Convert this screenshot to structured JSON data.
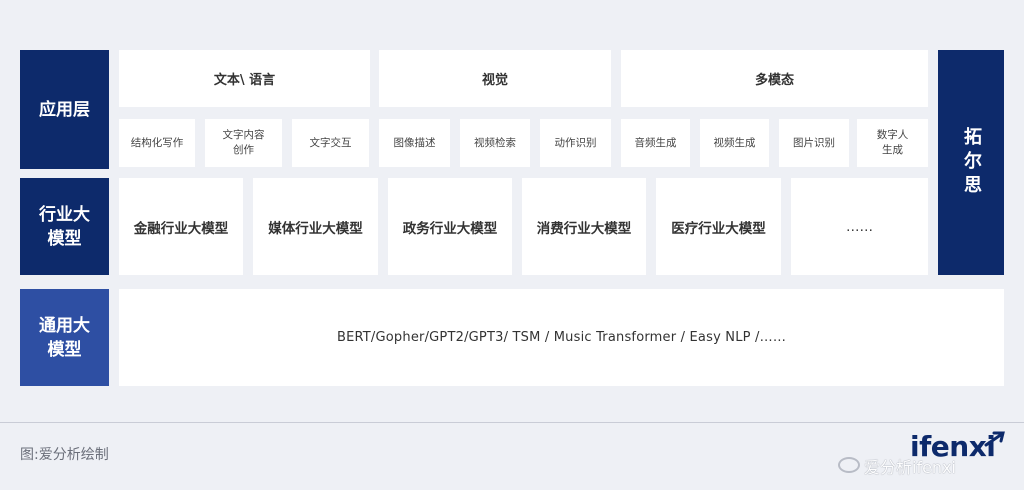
{
  "layers": {
    "application": {
      "label": "应用层",
      "categories": [
        "文本\\ 语言",
        "视觉",
        "多模态"
      ],
      "items": [
        "结构化写作",
        "文字内容\n创作",
        "文字交互",
        "图像描述",
        "视频检索",
        "动作识别",
        "音频生成",
        "视频生成",
        "图片识别",
        "数字人\n生成"
      ]
    },
    "industry": {
      "label": "行业大\n模型",
      "items": [
        "金融行业大模型",
        "媒体行业大模型",
        "政务行业大模型",
        "消费行业大模型",
        "医疗行业大模型",
        "……"
      ]
    },
    "general": {
      "label": "通用大\n模型",
      "content": "BERT/Gopher/GPT2/GPT3/ TSM / Music Transformer / Easy NLP /……"
    }
  },
  "side_label": "拓尔思",
  "caption": "图:爱分析绘制",
  "logo": "ifenxi",
  "watermark": "爱分析ifenxi",
  "colors": {
    "dark": "#0d2a6b",
    "mid": "#2e4fa3",
    "background": "#eef0f5"
  }
}
